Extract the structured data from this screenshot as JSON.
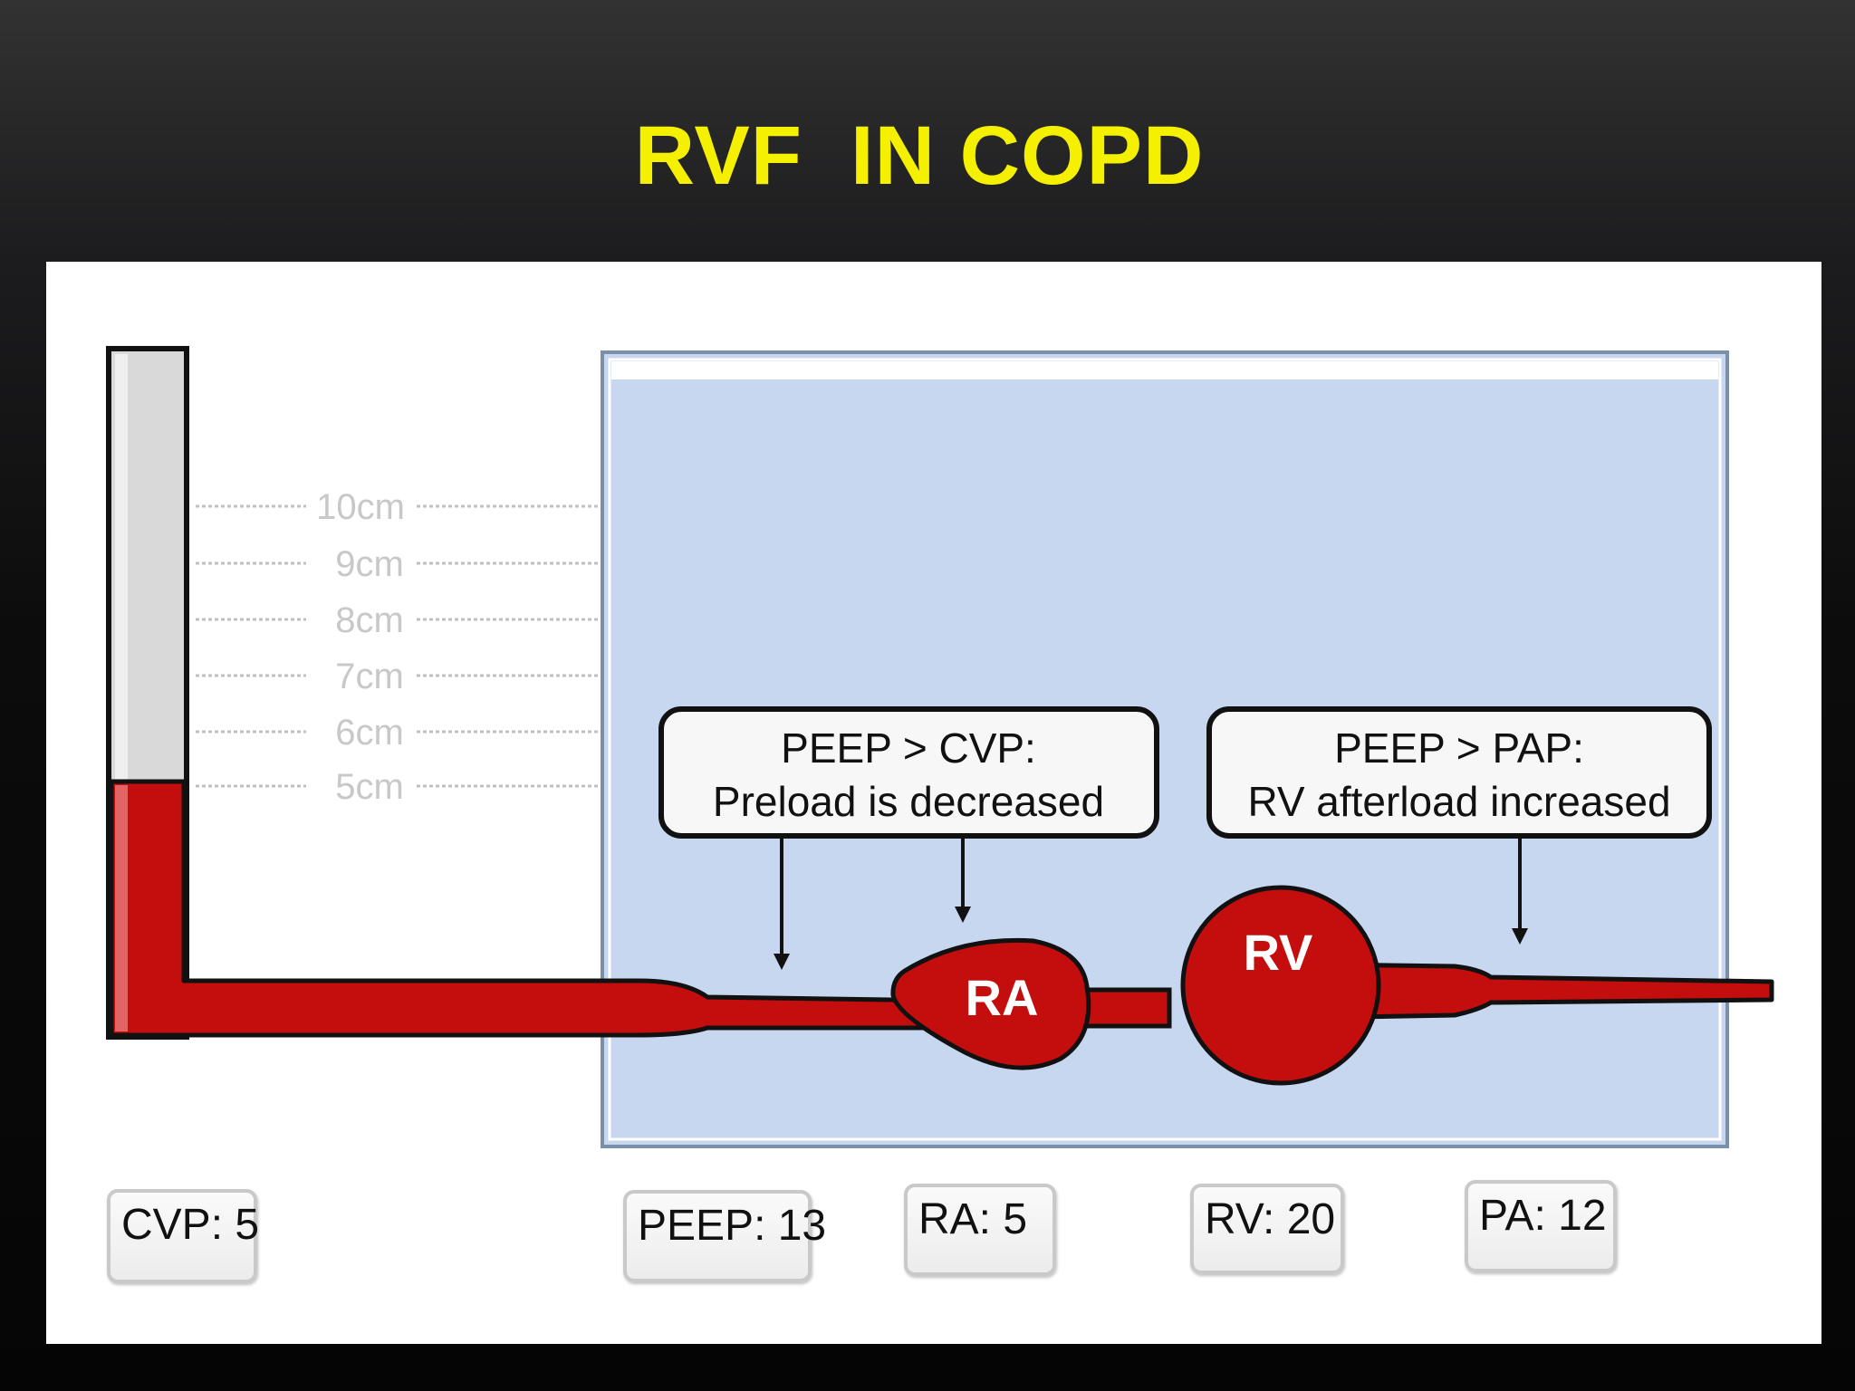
{
  "title": "RVF  IN COPD",
  "scale": {
    "labels": [
      "10cm",
      "9cm",
      "8cm",
      "7cm",
      "6cm",
      "5cm"
    ],
    "fill_level_cm": 5
  },
  "conditions": [
    {
      "line1": "PEEP > CVP:",
      "line2": "Preload is decreased"
    },
    {
      "line1": "PEEP > PAP:",
      "line2": "RV afterload increased"
    }
  ],
  "chambers": {
    "ra": "RA",
    "rv": "RV"
  },
  "values": {
    "cvp": "CVP: 5",
    "peep": "PEEP: 13",
    "ra": "RA: 5",
    "rv": "RV: 20",
    "pa": "PA: 12"
  },
  "colors": {
    "title": "#f5f000",
    "blood": "#c40d0d",
    "chest": "#c6d7ef",
    "panel": "#ffffff"
  }
}
